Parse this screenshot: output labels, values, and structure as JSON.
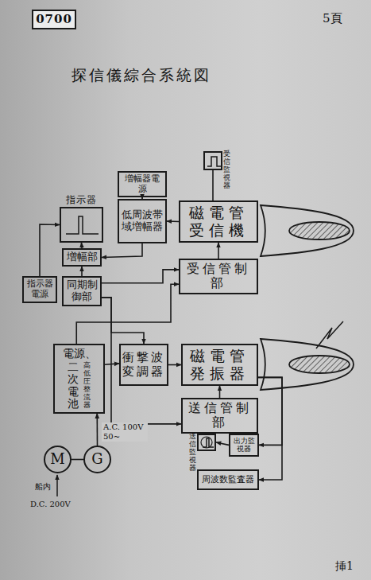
{
  "diagram": {
    "title": "探信儀綜合系統図",
    "nodes": [
      {
        "text": [
          "0700"
        ]
      },
      {
        "text": [
          "指示器"
        ]
      },
      {
        "text": [
          "増幅器電源"
        ]
      },
      {
        "text": [
          "低周波帯域増幅器"
        ]
      },
      {
        "text": [
          "受信監視器"
        ]
      },
      {
        "text": [
          "磁電管受信機"
        ]
      },
      {
        "text": [
          "増幅部"
        ]
      },
      {
        "text": [
          "指示器電源"
        ]
      },
      {
        "text": [
          "同期制御部"
        ]
      },
      {
        "text": [
          "受信管制部"
        ]
      },
      {
        "text": [
          "電源、",
          "二次電池",
          "高低圧整流器"
        ]
      },
      {
        "text": [
          "衝撃波変調器"
        ]
      },
      {
        "text": [
          "磁電管発振器"
        ]
      },
      {
        "text": [
          "送信管制部"
        ]
      },
      {
        "text": [
          "送信監視器"
        ]
      },
      {
        "text": [
          "出力監視器"
        ]
      },
      {
        "text": [
          "周波数監査器"
        ]
      },
      {
        "text": [
          "M"
        ]
      },
      {
        "text": [
          "G"
        ]
      }
    ],
    "edges": [
      {
        "from": 2,
        "to": 3,
        "arrow": "to"
      },
      {
        "from": 5,
        "to": 3,
        "arrow": "to"
      },
      {
        "from": 5,
        "to": 4,
        "arrow": "none"
      },
      {
        "from": 3,
        "to": 6,
        "arrow": "to"
      },
      {
        "from": 6,
        "to": 1,
        "arrow": "to"
      },
      {
        "from": 7,
        "to": 1,
        "arrow": "to"
      },
      {
        "from": 8,
        "to": 6,
        "arrow": "to"
      },
      {
        "from": 8,
        "to": 9,
        "arrow": "to"
      },
      {
        "from": 8,
        "to": 11,
        "arrow": "to"
      },
      {
        "from": 10,
        "to": 9,
        "arrow": "to"
      },
      {
        "from": 8,
        "to": 13,
        "arrow": "to"
      },
      {
        "from": 10,
        "to": 11,
        "arrow": "to"
      },
      {
        "from": 11,
        "to": 12,
        "arrow": "to"
      },
      {
        "from": 13,
        "to": 12,
        "arrow": "to"
      },
      {
        "from": 12,
        "to": 16,
        "arrow": "to"
      },
      {
        "from": 12,
        "to": 15,
        "arrow": "to"
      },
      {
        "from": 15,
        "to": 14,
        "arrow": "to"
      },
      {
        "from": 9,
        "to": 5,
        "arrow": "to"
      },
      {
        "from": 17,
        "to": 18,
        "arrow": "none"
      },
      {
        "from": 18,
        "to": 10,
        "label": "A.C. 100V 50~",
        "arrow": "to"
      }
    ],
    "labels": [
      "5頁",
      "船内",
      "D.C. 200V",
      "挿1"
    ]
  }
}
